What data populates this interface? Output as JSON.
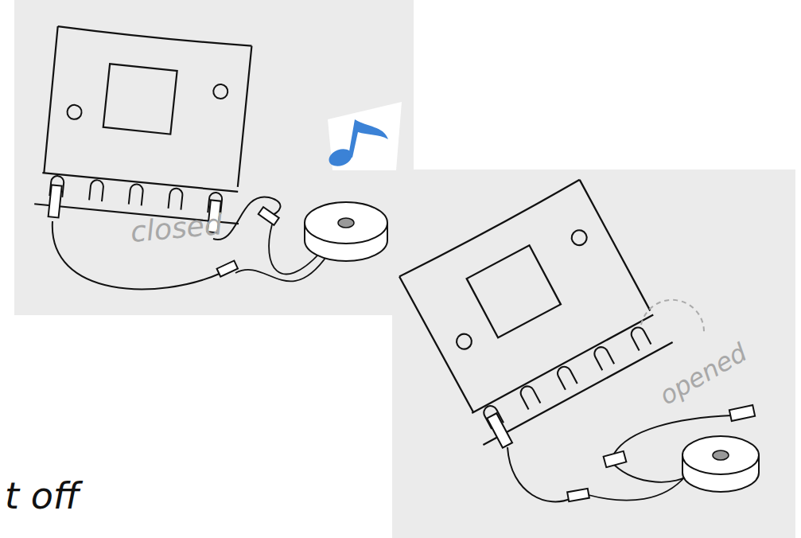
{
  "diagram": {
    "labels": [
      "closed",
      "opened",
      "t off"
    ]
  }
}
